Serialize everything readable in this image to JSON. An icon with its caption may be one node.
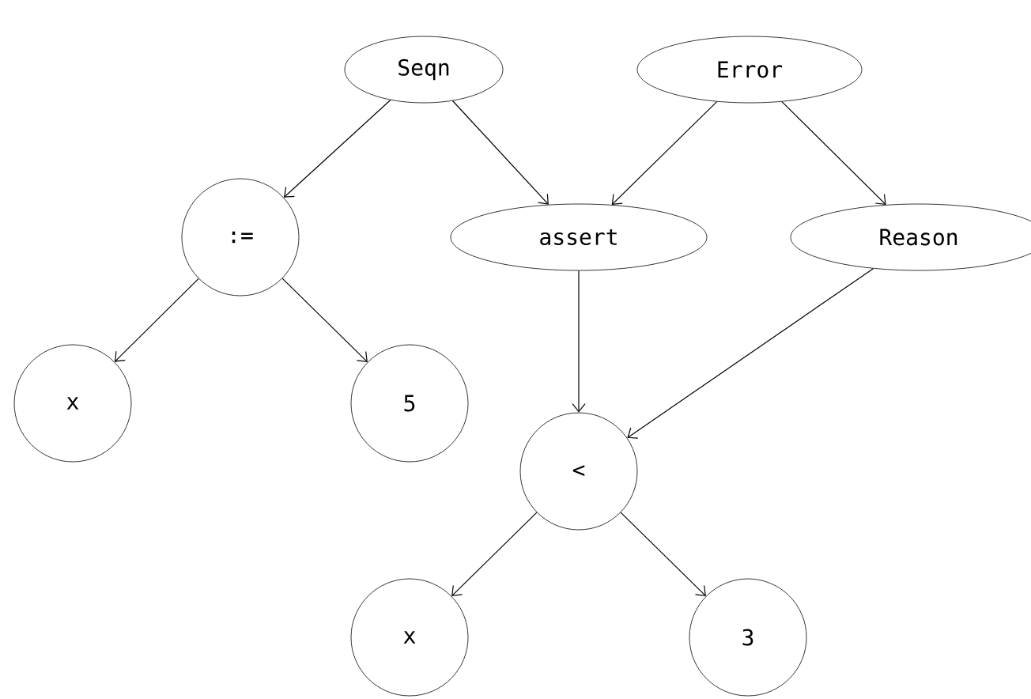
{
  "diagram": {
    "nodes": [
      {
        "text": [
          "Seqn"
        ]
      },
      {
        "text": [
          "Error"
        ]
      },
      {
        "text": [
          ":="
        ]
      },
      {
        "text": [
          "assert"
        ]
      },
      {
        "text": [
          "Reason"
        ]
      },
      {
        "text": [
          "x"
        ]
      },
      {
        "text": [
          "5"
        ]
      },
      {
        "text": [
          "<"
        ]
      },
      {
        "text": [
          "x"
        ]
      },
      {
        "text": [
          "3"
        ]
      }
    ],
    "edges": [
      {
        "from": 0,
        "to": 2,
        "arrow": "to"
      },
      {
        "from": 0,
        "to": 3,
        "arrow": "to"
      },
      {
        "from": 1,
        "to": 3,
        "arrow": "to"
      },
      {
        "from": 1,
        "to": 4,
        "arrow": "to"
      },
      {
        "from": 2,
        "to": 5,
        "arrow": "to"
      },
      {
        "from": 2,
        "to": 6,
        "arrow": "to"
      },
      {
        "from": 3,
        "to": 7,
        "arrow": "to"
      },
      {
        "from": 4,
        "to": 7,
        "arrow": "to"
      },
      {
        "from": 7,
        "to": 8,
        "arrow": "to"
      },
      {
        "from": 7,
        "to": 9,
        "arrow": "to"
      }
    ]
  }
}
